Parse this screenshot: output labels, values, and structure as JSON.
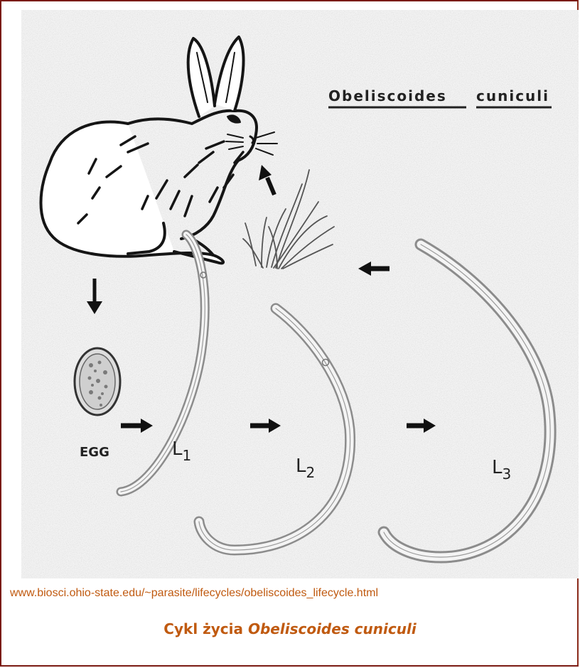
{
  "diagram": {
    "title": "Obeliscoides cuniculi",
    "title_word_1": "Obeliscoides",
    "title_word_2": "cuniculi",
    "egg_label": "EGG",
    "stages": [
      {
        "letter": "L",
        "sub": "1"
      },
      {
        "letter": "L",
        "sub": "2"
      },
      {
        "letter": "L",
        "sub": "3"
      }
    ]
  },
  "source_url": "www.biosci.ohio-state.edu/~parasite/lifecycles/obeliscoides_lifecycle.html",
  "caption": {
    "prefix": "Cykl życia ",
    "species": "Obeliscoides cuniculi"
  },
  "colors": {
    "frame": "#7a1a12",
    "caption": "#c05a10",
    "ink": "#1a1a1a",
    "larva": "#9a9a9a"
  }
}
